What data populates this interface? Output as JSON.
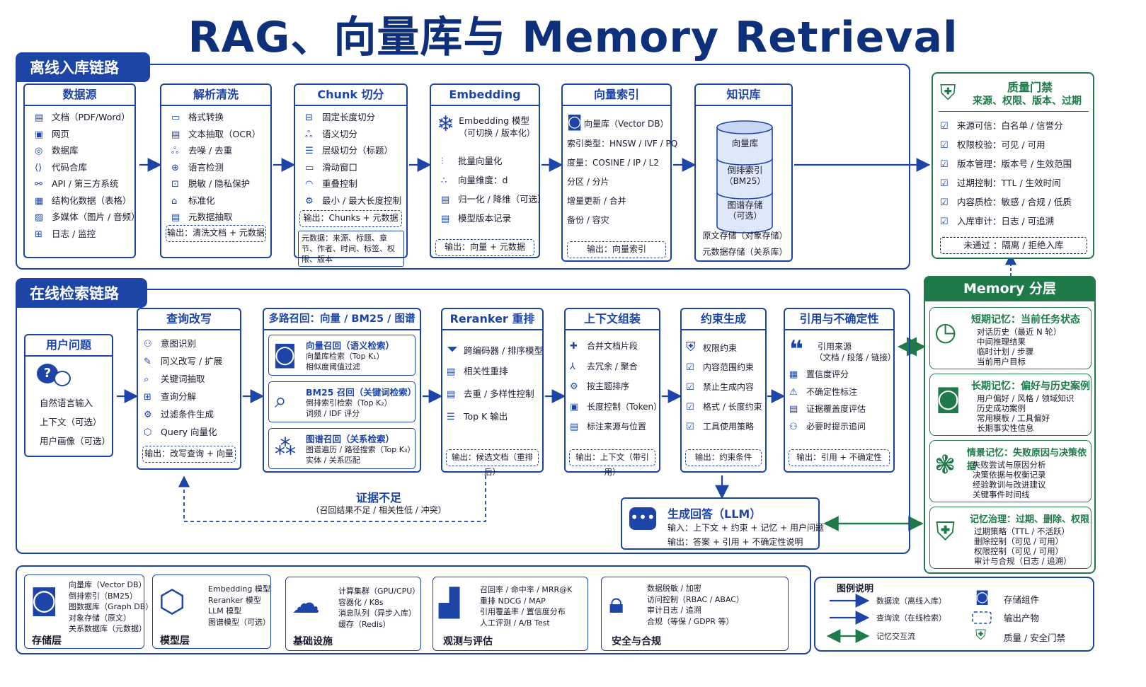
{
  "title": "RAG、向量库与 Memory Retrieval",
  "offline": {
    "label": "离线入库链路",
    "sources": {
      "title": "数据源",
      "items": [
        "文档（PDF/Word）",
        "网页",
        "数据库",
        "代码合库",
        "API / 第三方系统",
        "结构化数据（表格）",
        "多媒体（图片 / 音频）",
        "日志 / 监控"
      ]
    },
    "parse": {
      "title": "解析清洗",
      "items": [
        "格式转换",
        "文本抽取（OCR）",
        "去噪 / 去重",
        "语言检测",
        "脱敏 / 隐私保护",
        "标准化",
        "元数据抽取"
      ],
      "out": "输出：清洗文档 + 元数据"
    },
    "chunk": {
      "title": "Chunk 切分",
      "items": [
        "固定长度切分",
        "语义切分",
        "层级切分（标题）",
        "滑动窗口",
        "重叠控制",
        "最小 / 最大长度控制"
      ],
      "out": "输出：Chunks + 元数据",
      "meta": "元数据：来源、标题、章节、作者、时间、标签、权限、版本"
    },
    "embed": {
      "title": "Embedding",
      "model": "Embedding 模型",
      "model_sub": "（可切换 / 版本化）",
      "items": [
        "批量向量化",
        "向量维度：d",
        "归一化 / 降维（可选）",
        "模型版本记录"
      ],
      "out": "输出：向量 + 元数据"
    },
    "index": {
      "title": "向量索引",
      "db": "向量库（Vector DB）",
      "items": [
        "索引类型：HNSW / IVF / PQ",
        "度量：COSINE / IP / L2",
        "分区 / 分片",
        "增量更新 / 合并",
        "备份 / 容灾"
      ],
      "out": "输出：向量索引"
    },
    "kb": {
      "title": "知识库",
      "cyl1": "向量库",
      "cyl2a": "倒排索引",
      "cyl2b": "（BM25）",
      "cyl3a": "图谱存储",
      "cyl3b": "（可选）",
      "l1": "原文存储（对象存储）",
      "l2": "元数据存储（关系库）"
    }
  },
  "gate": {
    "title": "质量门禁",
    "sub": "来源、权限、版本、过期",
    "items": [
      "来源可信：白名单 / 信誉分",
      "权限校验：可见 / 可用",
      "版本管理：版本号 / 生效范围",
      "过期控制：TTL / 生效时间",
      "内容质检：敏感 / 合规 / 低质",
      "入库审计：日志 / 可追溯"
    ],
    "fail": "未通过 ：隔离 / 拒绝入库"
  },
  "online": {
    "label": "在线检索链路",
    "q": {
      "title": "用户问题",
      "items": [
        "自然语言输入",
        "上下文（可选）",
        "用户画像（可选）"
      ]
    },
    "rw": {
      "title": "查询改写",
      "items": [
        "意图识别",
        "同义改写 / 扩展",
        "关键词抽取",
        "查询分解",
        "过滤条件生成",
        "Query 向量化"
      ],
      "out": "输出：改写查询 + 向量"
    },
    "recall": {
      "title": "多路召回：向量 / BM25 / 图谱",
      "r1": {
        "t": "向量召回（语义检索）",
        "a": "向量库检索（Top K₁）",
        "b": "相似度阈值过滤"
      },
      "r2": {
        "t": "BM25 召回（关键词检索）",
        "a": "倒排索引检索（Top K₂）",
        "b": "词频 / IDF 评分"
      },
      "r3": {
        "t": "图谱召回（关系检索）",
        "a": "图谱遍历 / 路径搜索（Top K₃）",
        "b": "实体 / 关系匹配"
      }
    },
    "rerank": {
      "title": "Reranker 重排",
      "items": [
        "跨编码器 / 排序模型",
        "相关性重排",
        "去重 / 多样性控制",
        "Top K 输出"
      ],
      "out": "输出：候选文档（重排后）"
    },
    "ctx": {
      "title": "上下文组装",
      "items": [
        "合并文档片段",
        "去冗余 / 聚合",
        "按主题排序",
        "长度控制（Token）",
        "标注来源与位置"
      ],
      "out": "输出：上下文（带引用）"
    },
    "cons": {
      "title": "约束生成",
      "items": [
        "权限约束",
        "内容范围约束",
        "禁止生成内容",
        "格式 / 长度约束",
        "工具使用策略"
      ],
      "out": "输出：约束条件"
    },
    "cite": {
      "title": "引用与不确定性",
      "items": [
        "引用来源",
        "（文档 / 段落 / 链接）",
        "置信度评分",
        "不确定性标注",
        "证据覆盖度评估",
        "必要时提示追问"
      ],
      "out": "输出：引用 + 不确定性"
    },
    "gen": {
      "title": "生成回答（LLM）",
      "in": "输入：上下文 + 约束 + 记忆 + 用户问题",
      "out": "输出：答案 + 引用 + 不确定性说明"
    },
    "ev": {
      "title": "证据不足",
      "sub": "（召回结果不足 / 相关性低 / 冲突）"
    }
  },
  "memory": {
    "title": "Memory 分层",
    "m1": {
      "t": "短期记忆：当前任务状态",
      "items": [
        "对话历史（最近 N 轮）",
        "中间推理结果",
        "临时计划 / 步骤",
        "当前用户目标"
      ]
    },
    "m2": {
      "t": "长期记忆：偏好与历史案例",
      "items": [
        "用户偏好 / 风格 / 领域知识",
        "历史成功案例",
        "常用模板 / 工具偏好",
        "长期事实性信息"
      ]
    },
    "m3": {
      "t": "情景记忆：失败原因与决策依据",
      "items": [
        "失败尝试与原因分析",
        "决策依据与权衡记录",
        "经验教训与改进建议",
        "关键事件时间线"
      ]
    },
    "m4": {
      "t": "记忆治理：过期、删除、权限",
      "items": [
        "过期策略（TTL / 不活跃）",
        "删除控制（可见 / 可用）",
        "权限控制（可见 / 可用）",
        "审计与合规（日志 / 追溯）"
      ]
    }
  },
  "bottom": {
    "storage": {
      "t": "存储层",
      "items": [
        "向量库（Vector DB）",
        "倒排索引（BM25）",
        "图数据库（Graph DB）",
        "对象存储（原文）",
        "关系数据库（元数据）"
      ]
    },
    "model": {
      "t": "模型层",
      "items": [
        "Embedding 模型",
        "Reranker 模型",
        "LLM 模型",
        "图谱模型（可选）"
      ]
    },
    "infra": {
      "t": "基础设施",
      "items": [
        "计算集群（GPU/CPU）",
        "容器化 / K8s",
        "消息队列（异步入库）",
        "缓存（Redis）"
      ]
    },
    "obs": {
      "t": "观测与评估",
      "items": [
        "召回率 / 命中率 / MRR@K",
        "重排 NDCG / MAP",
        "引用覆盖率 / 置信度分布",
        "人工评测 / A/B Test"
      ]
    },
    "sec": {
      "t": "安全与合规",
      "items": [
        "数据脱敏 / 加密",
        "访问控制（RBAC / ABAC）",
        "审计日志 / 追溯",
        "合规（等保 / GDPR 等）"
      ]
    },
    "legend": {
      "t": "图例说明",
      "a": "数据流（离线入库）",
      "b": "查询流（在线检索）",
      "c": "记忆交互流",
      "d": "存储组件",
      "e": "输出产物",
      "f": "质量 / 安全门禁"
    }
  }
}
